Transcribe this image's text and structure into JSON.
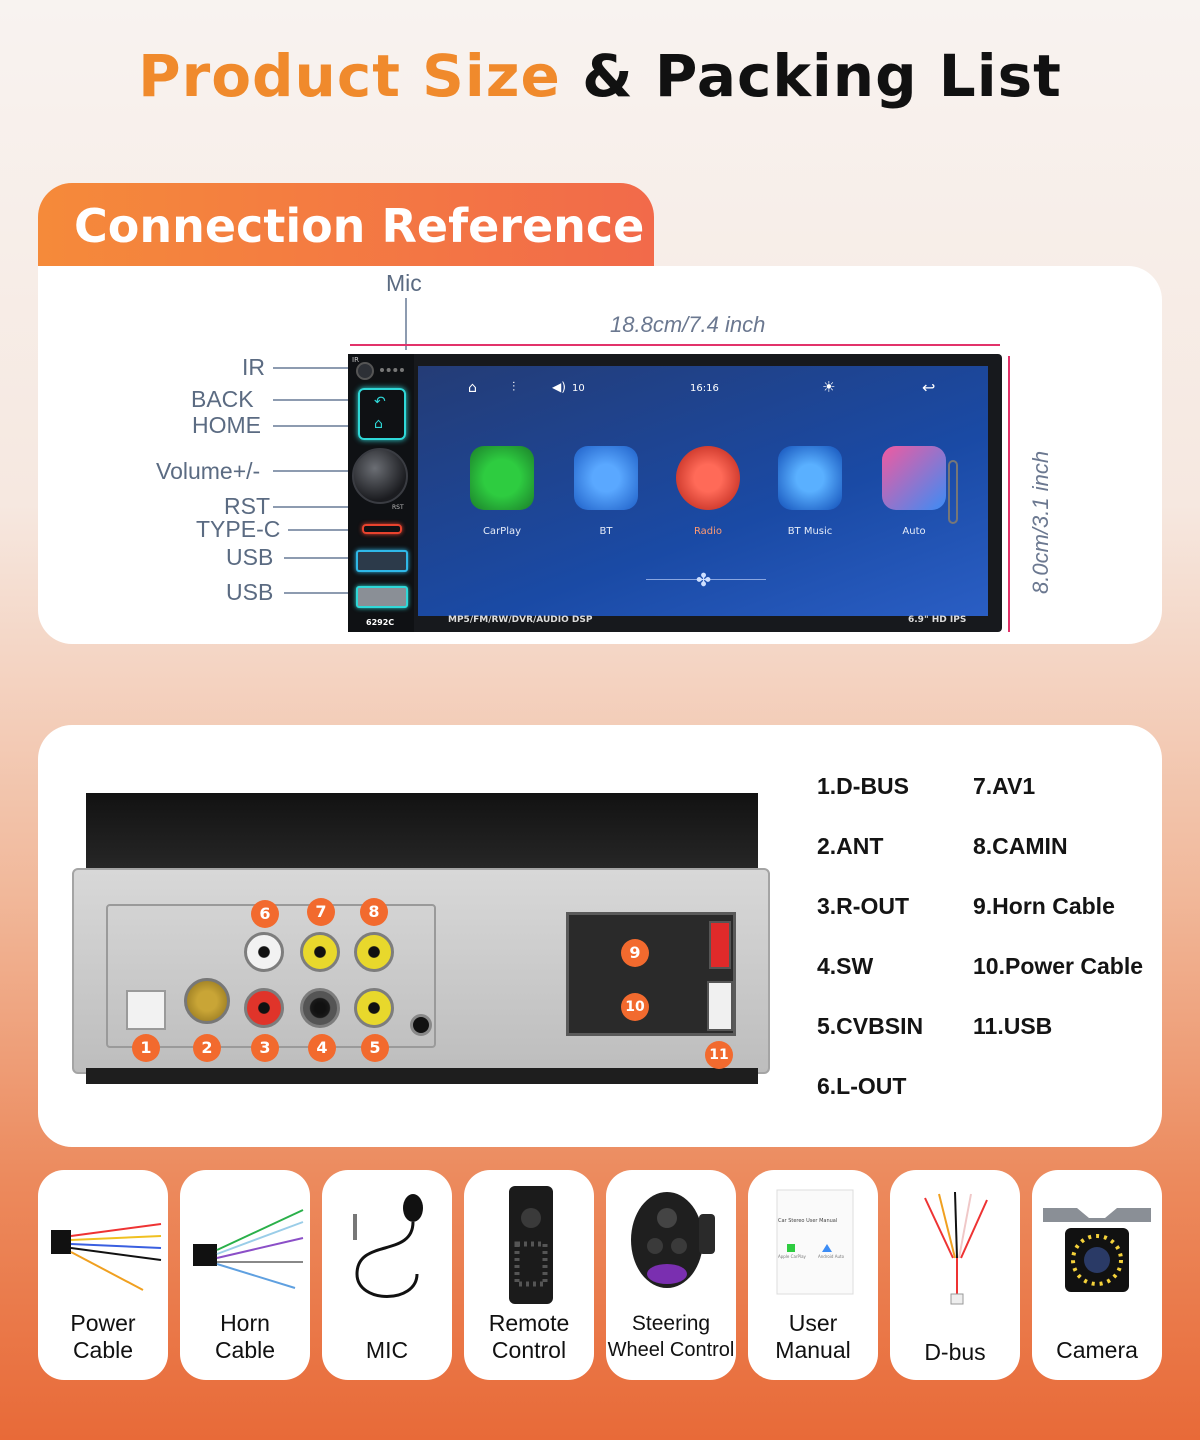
{
  "header": {
    "title_orange": "Product Size",
    "title_rest": "& Packing List"
  },
  "connection": {
    "title": "Connection Reference",
    "labels": {
      "mic": "Mic",
      "ir": "IR",
      "back": "BACK",
      "home": "HOME",
      "volume": "Volume+/-",
      "rst": "RST",
      "typec": "TYPE-C",
      "usb1": "USB",
      "usb2": "USB"
    },
    "width_dim": "18.8cm/7.4 inch",
    "height_dim": "8.0cm/3.1 inch"
  },
  "unit": {
    "model": "6292C",
    "footer_left": "MP5/FM/RW/DVR/AUDIO DSP",
    "footer_right": "6.9\" HD IPS",
    "face_rst": "RST",
    "face_ir": "IR",
    "status_volume": "10",
    "status_time": "16:16",
    "apps": [
      {
        "label": "CarPlay",
        "color": "#2ecc40"
      },
      {
        "label": "BT",
        "color": "#2f7de1"
      },
      {
        "label": "Radio",
        "color": "#e84434"
      },
      {
        "label": "BT Music",
        "color": "#2b7de8"
      },
      {
        "label": "Auto",
        "color": "#4a9cf5"
      }
    ]
  },
  "back_panel": {
    "pins": [
      "1.D-BUS",
      "2.ANT",
      "3.R-OUT",
      "4.SW",
      "5.CVBSIN",
      "6.L-OUT",
      "7.AV1",
      "8.CAMIN",
      "9.Horn Cable",
      "10.Power Cable",
      "11.USB"
    ],
    "badges": [
      "1",
      "2",
      "3",
      "4",
      "5",
      "6",
      "7",
      "8",
      "9",
      "10",
      "11"
    ]
  },
  "packing": [
    {
      "line1": "Power",
      "line2": "Cable"
    },
    {
      "line1": "Horn",
      "line2": "Cable"
    },
    {
      "line1": "",
      "line2": "MIC"
    },
    {
      "line1": "Remote",
      "line2": "Control"
    },
    {
      "line1": "Steering",
      "line2": "Wheel Control"
    },
    {
      "line1": "User",
      "line2": "Manual"
    },
    {
      "line1": "",
      "line2": "D-bus"
    },
    {
      "line1": "",
      "line2": "Camera"
    }
  ],
  "manual": {
    "cover_title": "Car Stereo User Manual",
    "logo1": "Apple CarPlay",
    "logo2": "Android Auto"
  }
}
